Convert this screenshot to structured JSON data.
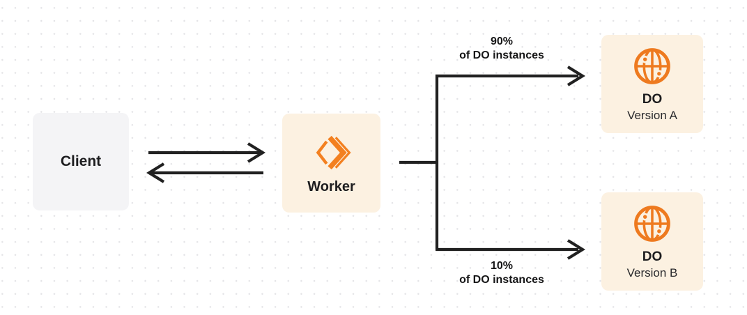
{
  "diagram": {
    "nodes": {
      "client": {
        "label": "Client"
      },
      "worker": {
        "label": "Worker"
      },
      "do_version_a": {
        "title": "DO",
        "subtitle": "Version A"
      },
      "do_version_b": {
        "title": "DO",
        "subtitle": "Version B"
      }
    },
    "edge_labels": {
      "top": {
        "line1": "90%",
        "line2": "of DO instances"
      },
      "bottom": {
        "line1": "10%",
        "line2": "of DO instances"
      }
    },
    "colors": {
      "workers_orange": "#f38020",
      "globe_orange": "#ee7a1f",
      "node_cream": "#fcf1e1",
      "node_gray": "#f4f4f6",
      "connector_line": "#212121",
      "grid_dot": "#e3e3e6",
      "text_dark": "#1d1d1f"
    }
  }
}
